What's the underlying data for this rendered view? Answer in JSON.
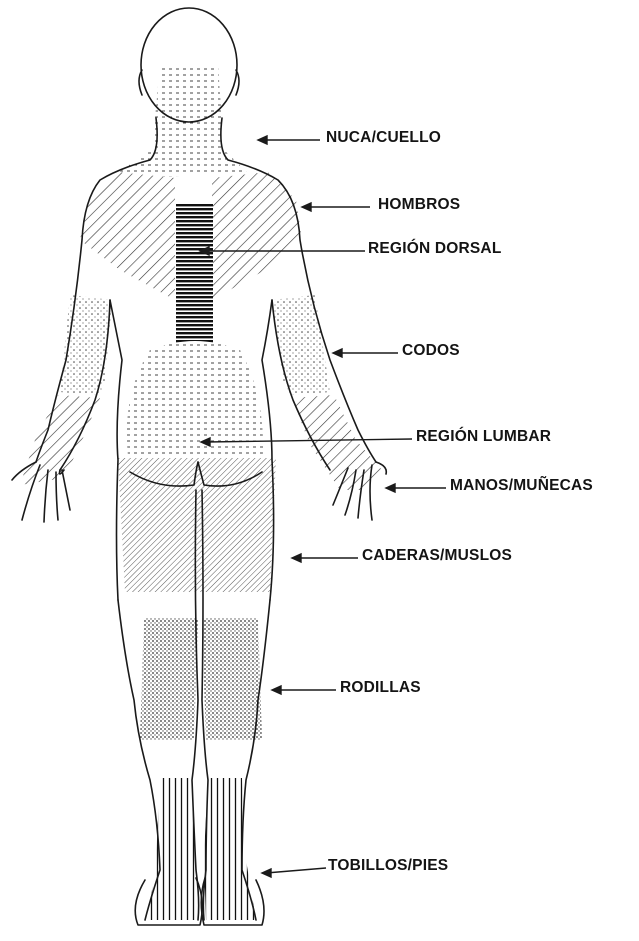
{
  "diagram": {
    "colors": {
      "outline": "#1a1a1a",
      "pattern": "#3a3a3a",
      "background": "#ffffff"
    },
    "regions": [
      {
        "key": "neck",
        "label": "NUCA/CUELLO",
        "pattern": "dashes"
      },
      {
        "key": "shoulders",
        "label": "HOMBROS",
        "pattern": "diagonal"
      },
      {
        "key": "dorsal",
        "label": "REGIÓN DORSAL",
        "pattern": "horizontal-bars"
      },
      {
        "key": "elbows",
        "label": "CODOS",
        "pattern": "dots"
      },
      {
        "key": "lumbar",
        "label": "REGIÓN LUMBAR",
        "pattern": "dashes"
      },
      {
        "key": "hands",
        "label": "MANOS/MUÑECAS",
        "pattern": "diagonal"
      },
      {
        "key": "hips",
        "label": "CADERAS/MUSLOS",
        "pattern": "fine-diagonal"
      },
      {
        "key": "knees",
        "label": "RODILLAS",
        "pattern": "grid-dots"
      },
      {
        "key": "feet",
        "label": "TOBILLOS/PIES",
        "pattern": "vertical-lines"
      }
    ]
  }
}
